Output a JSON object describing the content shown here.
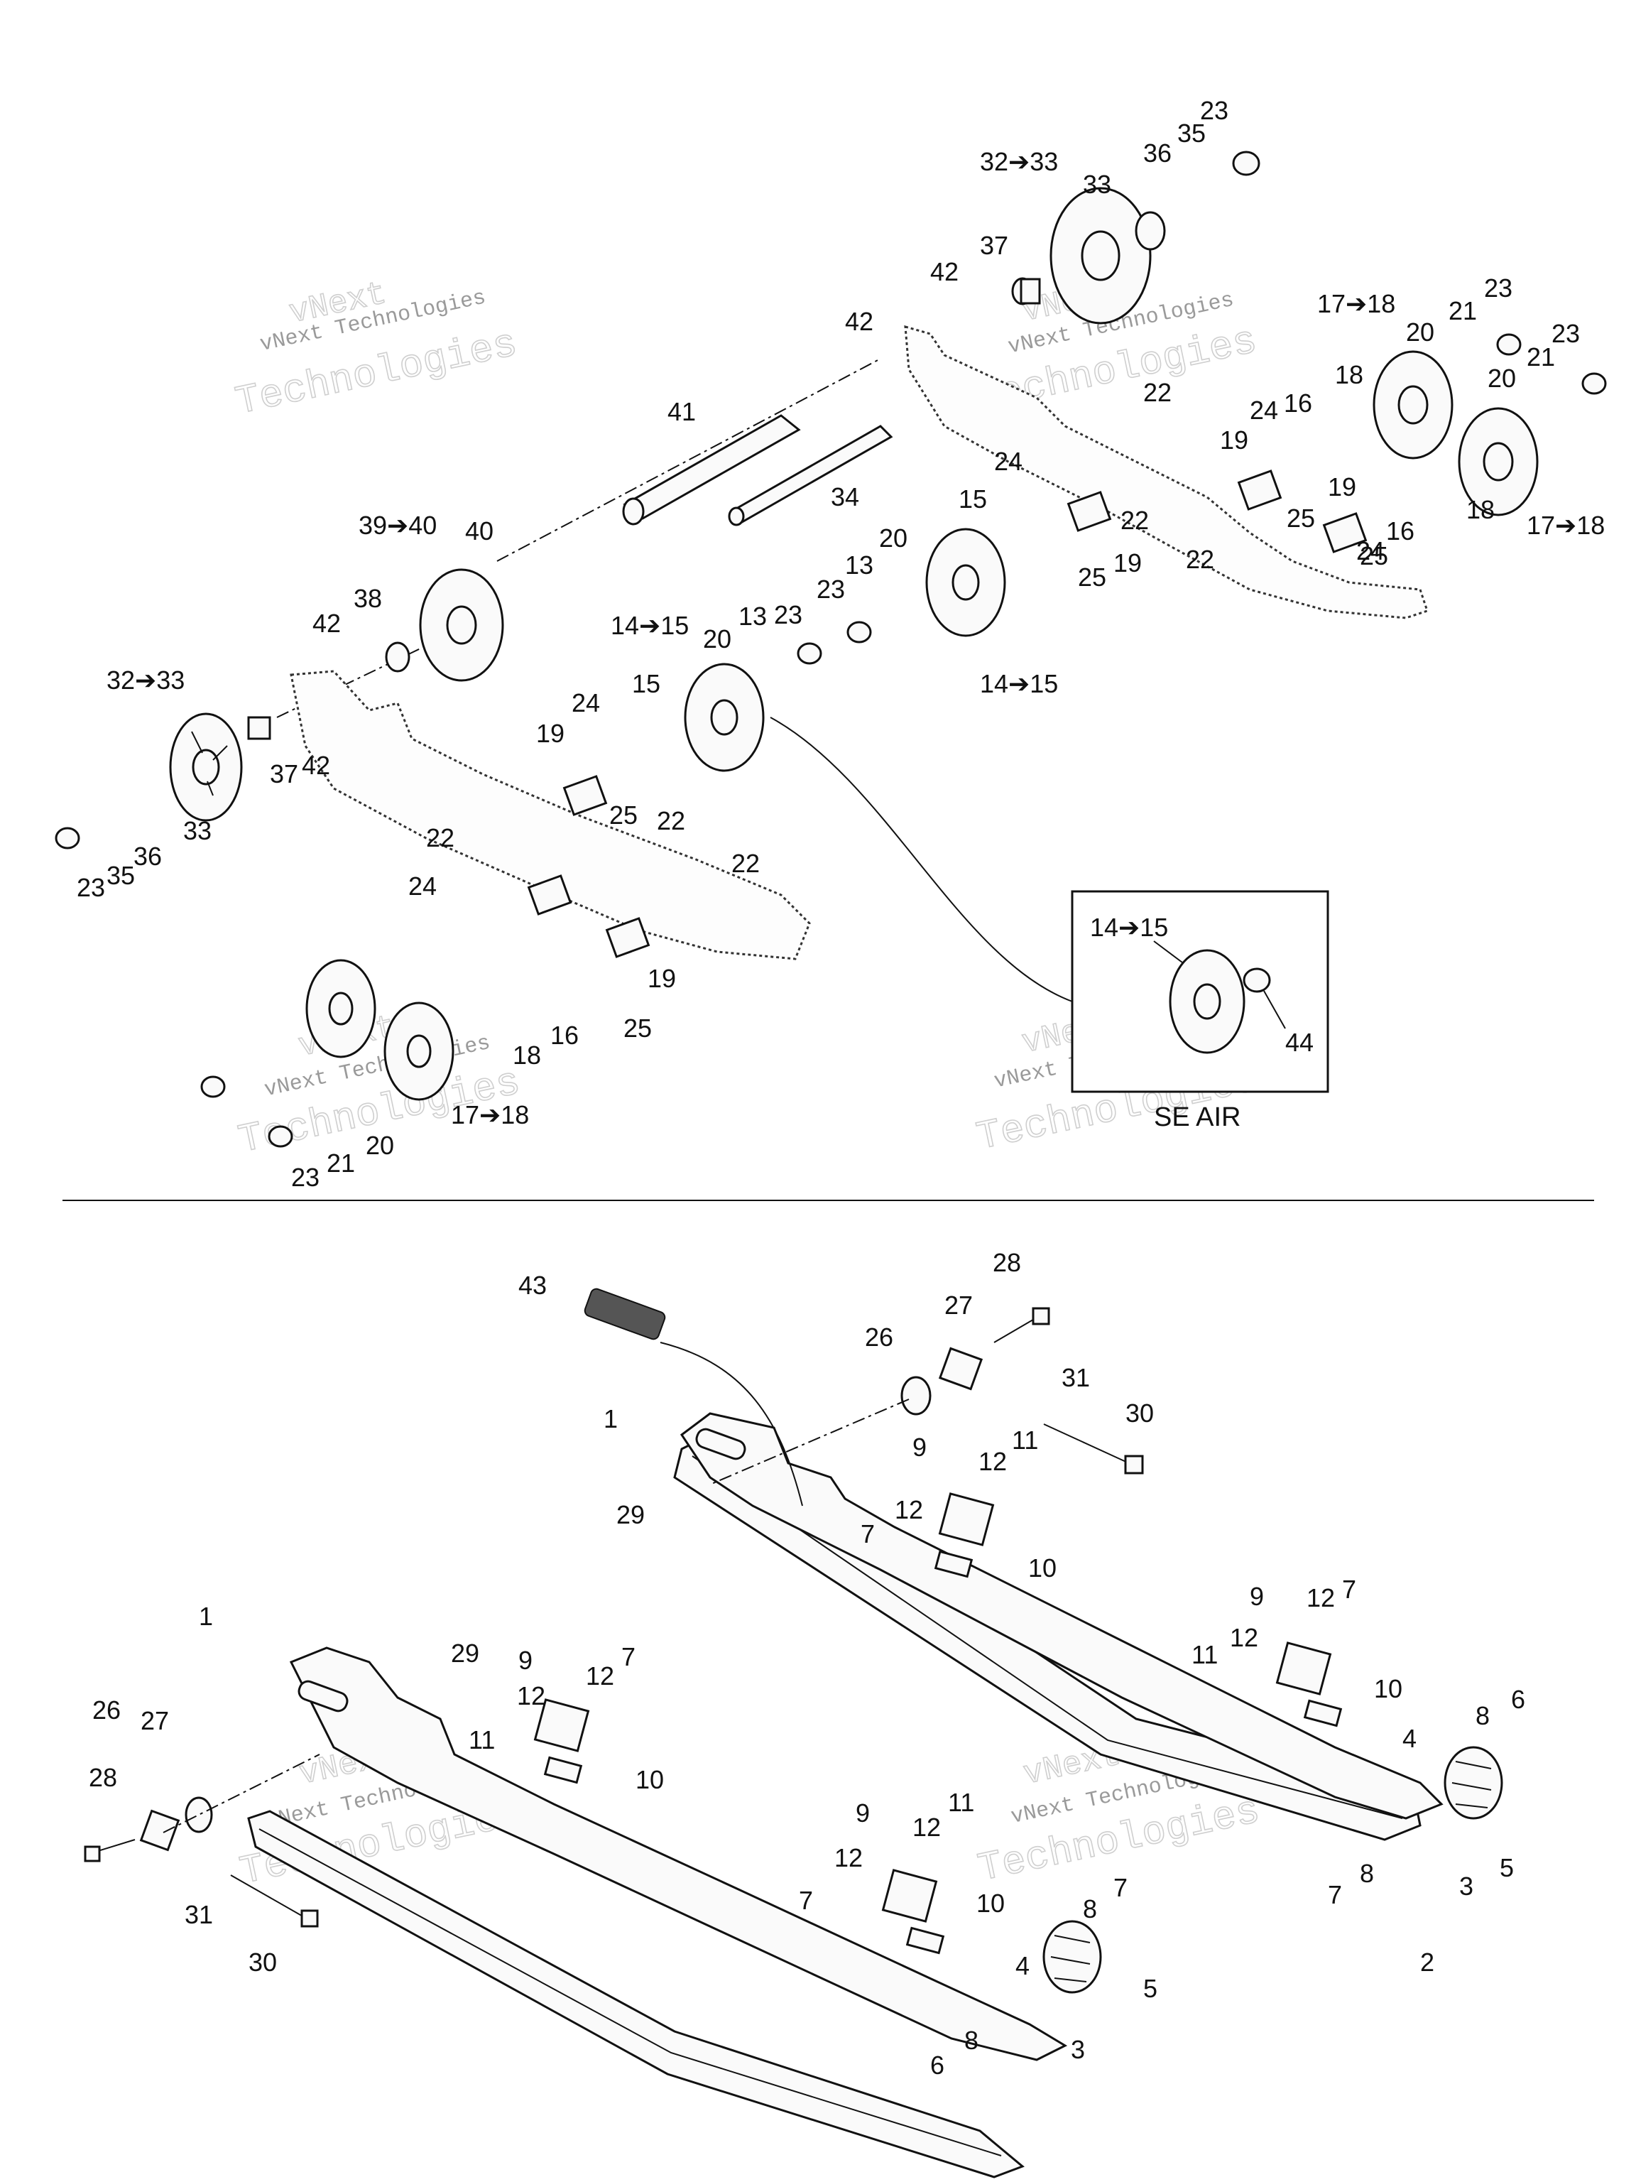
{
  "watermark": {
    "line1": "vNext",
    "line2": "vNext Technologies",
    "line3": "Technologies"
  },
  "inset": {
    "caption": "SE AIR"
  },
  "callouts": {
    "c23": "23",
    "c35": "35",
    "c36": "36",
    "c32_33": "32➔33",
    "c33": "33",
    "c37": "37",
    "c42": "42",
    "c17_18": "17➔18",
    "c21": "21",
    "c20": "20",
    "c18": "18",
    "c22": "22",
    "c24": "24",
    "c16": "16",
    "c19": "19",
    "c25": "25",
    "c41": "41",
    "c34": "34",
    "c15": "15",
    "c13": "13",
    "c14_15": "14➔15",
    "c39_40": "39➔40",
    "c40": "40",
    "c38": "38",
    "c44": "44",
    "c28": "28",
    "c27": "27",
    "c26": "26",
    "c31": "31",
    "c30": "30",
    "c43": "43",
    "c1": "1",
    "c9": "9",
    "c12": "12",
    "c11": "11",
    "c29": "29",
    "c7": "7",
    "c10": "10",
    "c8": "8",
    "c6": "6",
    "c4": "4",
    "c3": "3",
    "c5": "5",
    "c2": "2"
  }
}
